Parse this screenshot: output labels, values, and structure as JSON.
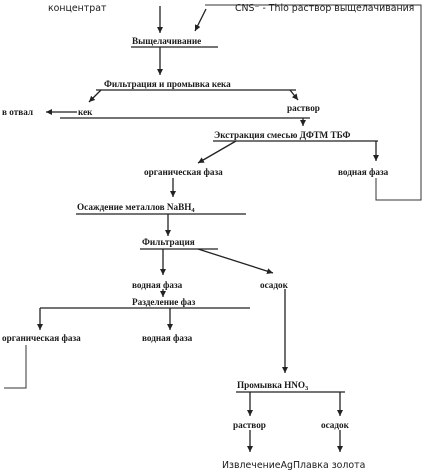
{
  "nodes": {
    "concentrate": "концентрат",
    "thio_solution": "CNS⁻ - Thio раствор выщелачивания",
    "leaching": "Выщелачивание",
    "filtration_washing": "Фильтрация и промывка кека",
    "to_dump": "в отвал",
    "cake": "кек",
    "solution": "раствор",
    "extraction": "Экстракция смесью ДФТМ  ТБФ",
    "organic_phase": "органическая фаза",
    "aqueous_phase_right": "водная фаза",
    "metal_precip": "Осаждение металлов NaBH",
    "metal_precip_sub": "4",
    "filtration": "Фильтрация",
    "aqueous_phase_mid": "водная фаза",
    "precipitate": "осадок",
    "phase_separation": "Разделение фаз",
    "organic_phase_left": "органическая фаза",
    "aqueous_phase_low": "водная фаза",
    "hno3_washing": "Промывка HNO",
    "hno3_sub": "3",
    "solution_low": "раствор",
    "precipitate_low": "осадок",
    "ag_recovery": "ИзвлечениеAg",
    "gold_melting": "Плавка золота"
  }
}
